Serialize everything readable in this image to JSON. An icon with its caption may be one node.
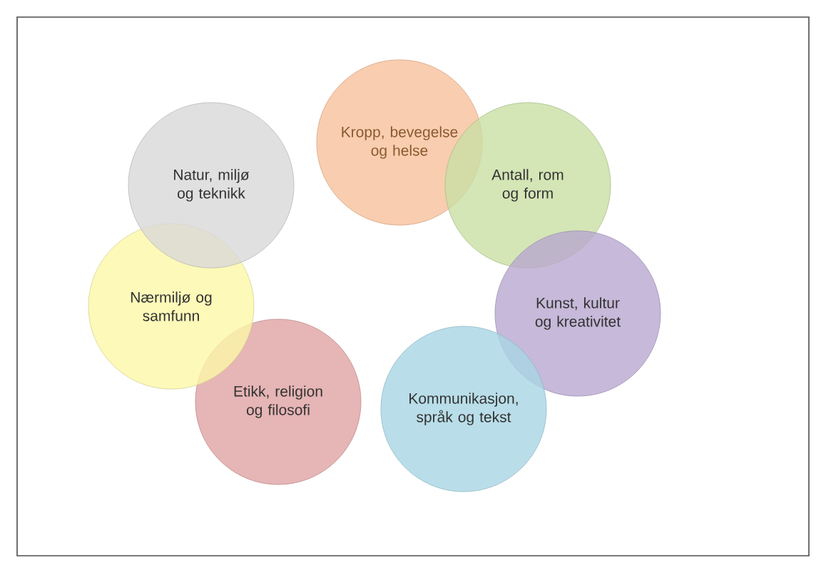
{
  "diagram": {
    "nodes": [
      {
        "text": [
          "Kropp, bevegelse og helse"
        ]
      },
      {
        "text": [
          "Antall, rom og form"
        ]
      },
      {
        "text": [
          "Kunst, kultur og kreativitet"
        ]
      },
      {
        "text": [
          "Kommunikasjon, språk og tekst"
        ]
      },
      {
        "text": [
          "Etikk, religion og filosofi"
        ]
      },
      {
        "text": [
          "Nærmiljø og samfunn"
        ]
      },
      {
        "text": [
          "Natur, miljø og teknikk"
        ]
      }
    ]
  }
}
